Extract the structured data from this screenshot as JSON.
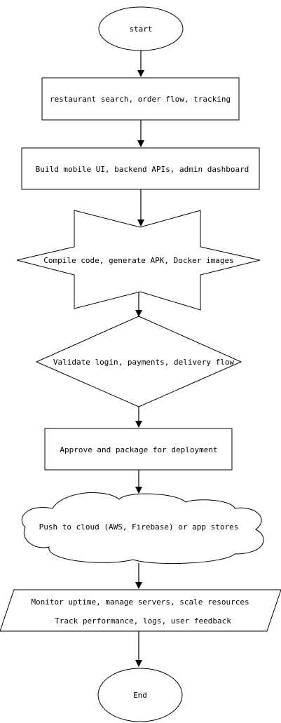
{
  "nodes": {
    "start": "start",
    "requirements": "restaurant search, order flow, tracking",
    "develop": "Build mobile UI, backend APIs, admin dashboard",
    "build": "Compile code, generate APK, Docker images",
    "test": "Validate login, payments, delivery flow",
    "release": "Approve and package for deployment",
    "deploy": "Push to cloud (AWS, Firebase) or app stores",
    "operate_line1": "Monitor uptime, manage servers, scale resources",
    "operate_line2": "Track performance, logs, user feedback",
    "end": "End"
  }
}
